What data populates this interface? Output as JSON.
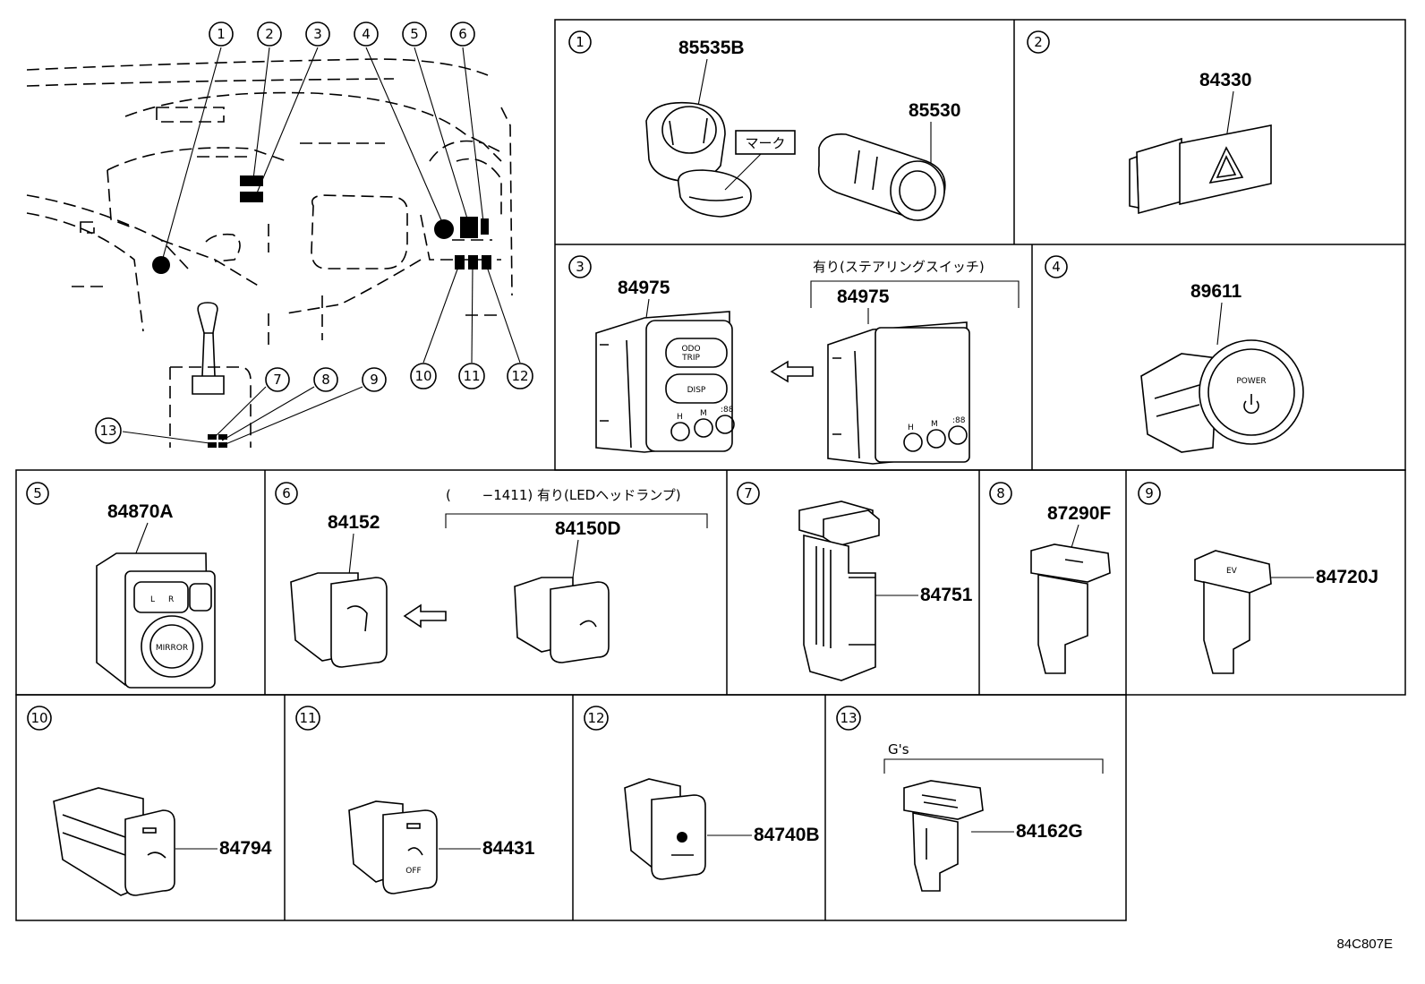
{
  "callouts": [
    "1",
    "2",
    "3",
    "4",
    "5",
    "6",
    "7",
    "8",
    "9",
    "10",
    "11",
    "12",
    "13"
  ],
  "panels": {
    "p1": {
      "num": "1",
      "parts": [
        "85535B",
        "85530"
      ],
      "label": "マーク"
    },
    "p2": {
      "num": "2",
      "parts": [
        "84330"
      ]
    },
    "p3": {
      "num": "3",
      "parts": [
        "84975",
        "84975"
      ],
      "note": "有り(ステアリングスイッチ)",
      "switch_text": [
        "ODO",
        "TRIP",
        "DISP",
        "H",
        "M",
        ":88"
      ]
    },
    "p4": {
      "num": "4",
      "parts": [
        "89611"
      ],
      "switch_text": [
        "POWER"
      ]
    },
    "p5": {
      "num": "5",
      "parts": [
        "84870A"
      ],
      "switch_text": [
        "MIRROR",
        "L",
        "R"
      ]
    },
    "p6": {
      "num": "6",
      "parts": [
        "84152",
        "84150D"
      ],
      "note": "(　　 −1411) 有り(LEDヘッドランプ)"
    },
    "p7": {
      "num": "7",
      "parts": [
        "84751"
      ]
    },
    "p8": {
      "num": "8",
      "parts": [
        "87290F"
      ]
    },
    "p9": {
      "num": "9",
      "parts": [
        "84720J"
      ],
      "switch_text": [
        "EV"
      ]
    },
    "p10": {
      "num": "10",
      "parts": [
        "84794"
      ]
    },
    "p11": {
      "num": "11",
      "parts": [
        "84431"
      ],
      "switch_text": [
        "OFF"
      ]
    },
    "p12": {
      "num": "12",
      "parts": [
        "84740B"
      ]
    },
    "p13": {
      "num": "13",
      "parts": [
        "84162G"
      ],
      "note": "G's"
    }
  },
  "diagram_id": "84C807E"
}
